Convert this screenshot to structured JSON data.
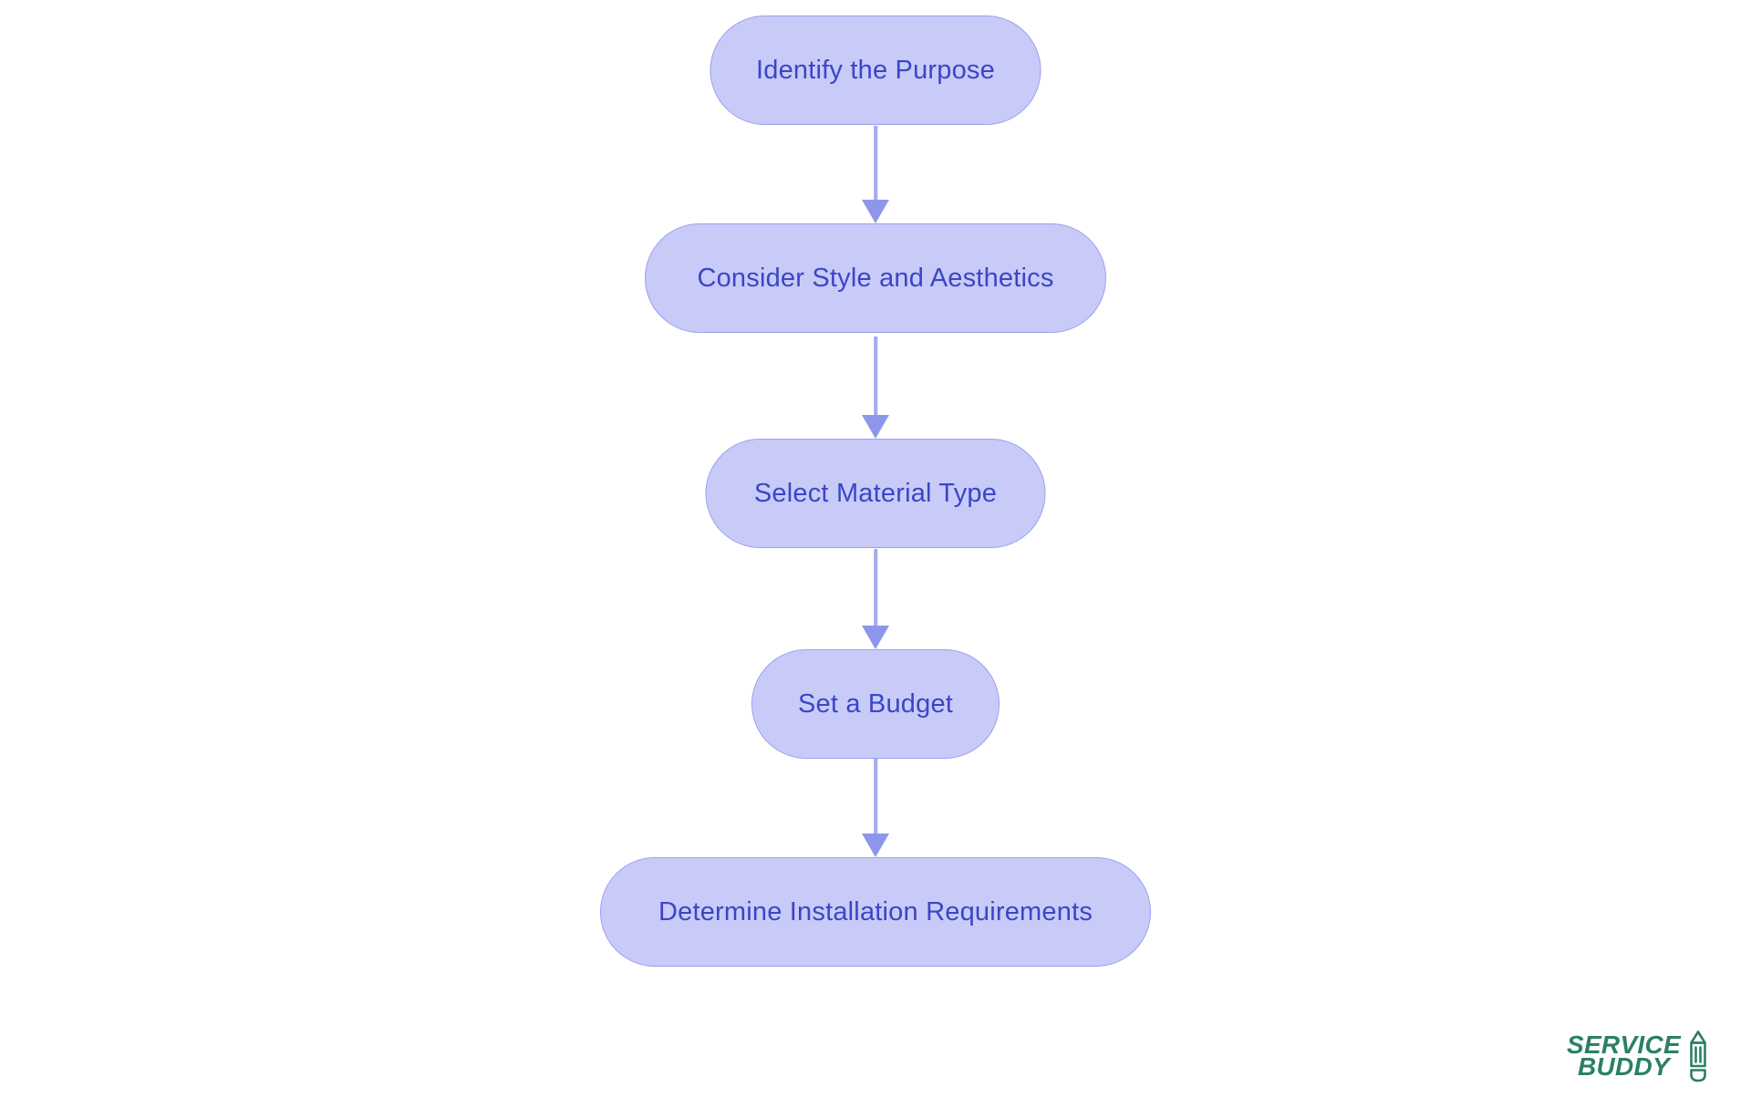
{
  "diagram": {
    "type": "flowchart",
    "direction": "top-down",
    "nodes": [
      {
        "id": "n1",
        "label": "Identify the Purpose"
      },
      {
        "id": "n2",
        "label": "Consider Style and Aesthetics"
      },
      {
        "id": "n3",
        "label": "Select Material Type"
      },
      {
        "id": "n4",
        "label": "Set a Budget"
      },
      {
        "id": "n5",
        "label": "Determine Installation Requirements"
      }
    ],
    "edges": [
      {
        "from": "n1",
        "to": "n2"
      },
      {
        "from": "n2",
        "to": "n3"
      },
      {
        "from": "n3",
        "to": "n4"
      },
      {
        "from": "n4",
        "to": "n5"
      }
    ],
    "colors": {
      "background": "#ffffff",
      "node_fill": "#c8cbf8",
      "node_border": "#99a0ee",
      "node_text": "#3a46c7",
      "arrow_line": "#a3aaf0",
      "arrow_head": "#8e96ec"
    }
  },
  "branding": {
    "logo_line1": "SERVICE",
    "logo_line2": "BUDDY",
    "logo_color": "#2a8164",
    "logo_icon": "pencil-icon"
  }
}
